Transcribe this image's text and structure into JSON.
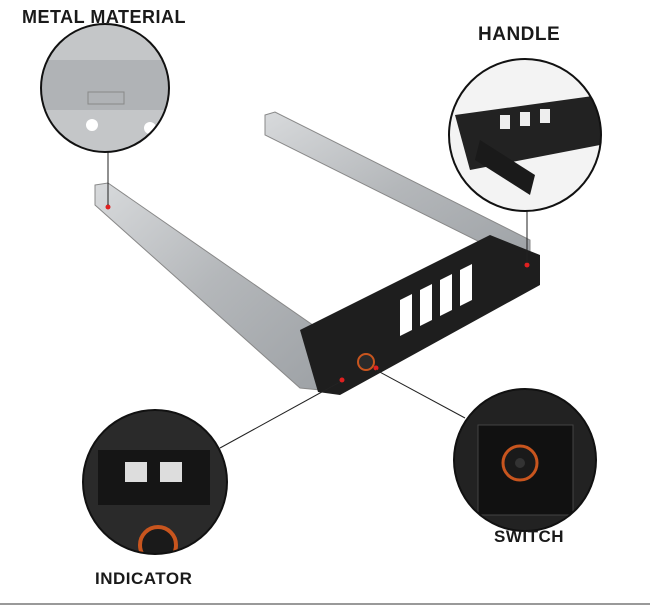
{
  "labels": {
    "metal_material": "METAL MATERIAL",
    "handle": "HANDLE",
    "switch": "SWITCH",
    "indicator": "INDICATOR"
  },
  "colors": {
    "metal": "#b9bcbf",
    "handle": "#1c1c1c",
    "accent_red": "#e02020",
    "ring": "#c8551e"
  }
}
